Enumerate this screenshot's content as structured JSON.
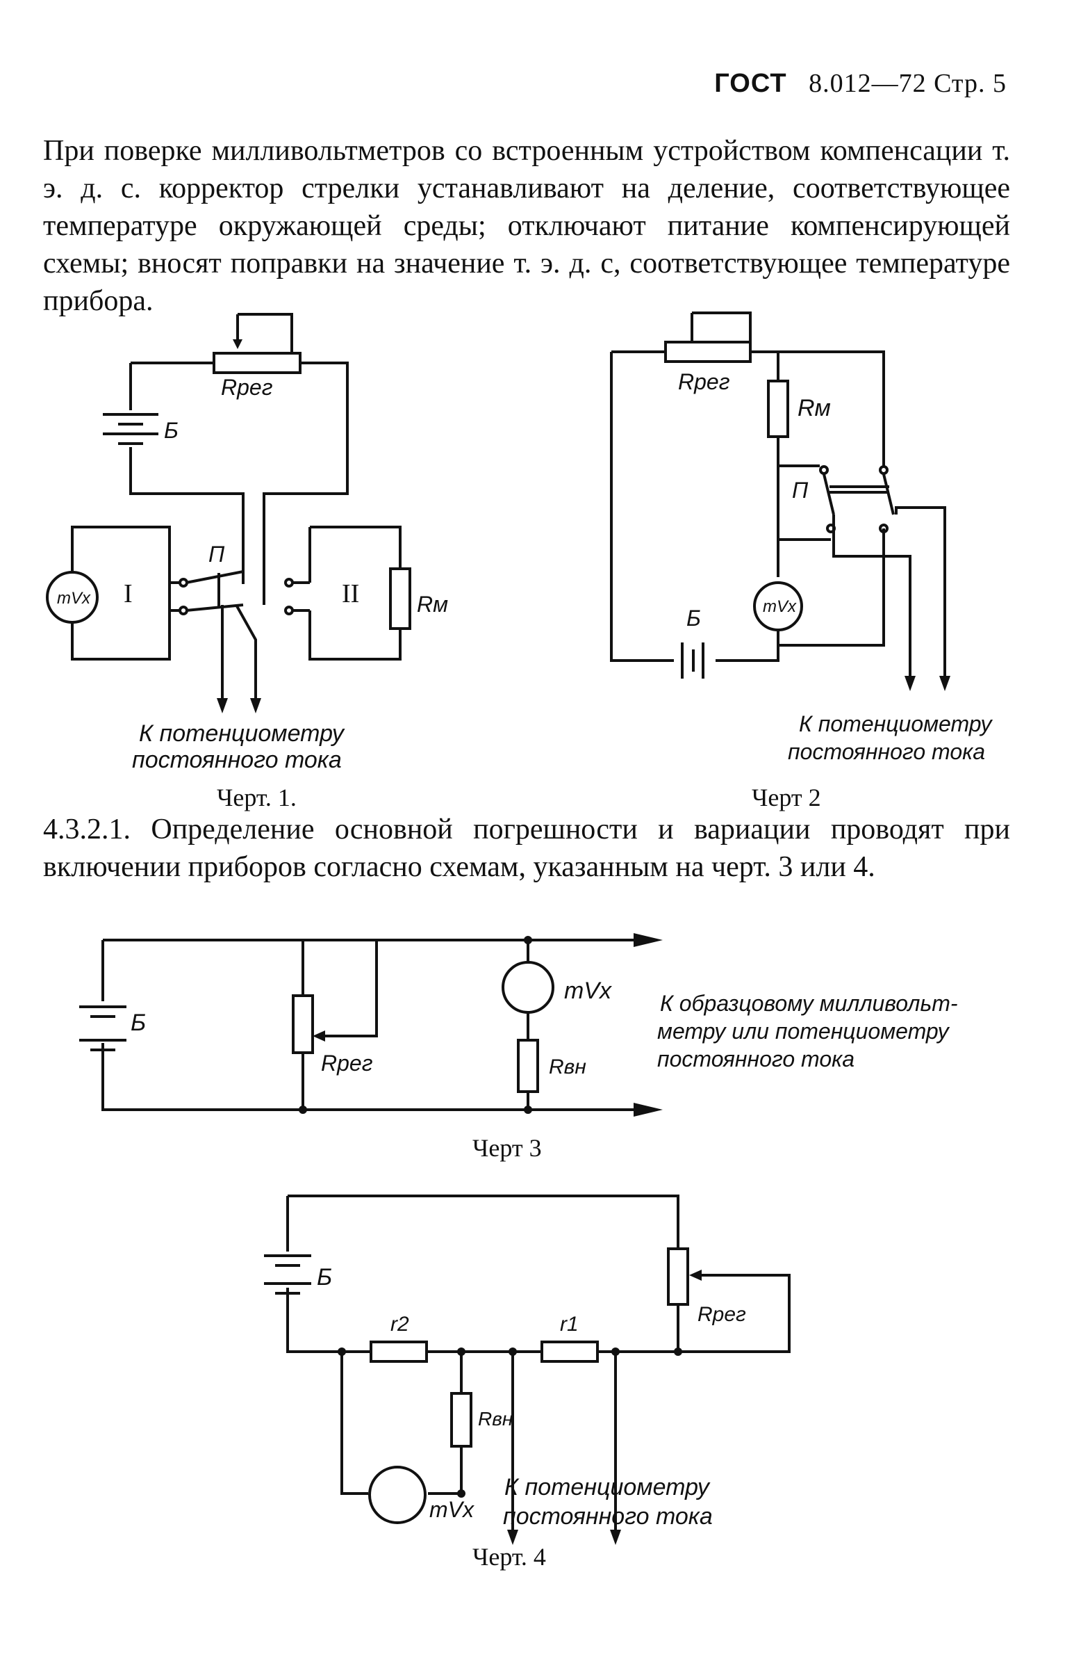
{
  "header": {
    "left": "ГОСТ",
    "right": "8.012—72 Стр. 5"
  },
  "para1": "При поверке милливольтметров со встроенным устройством компенсации т. э. д. с. корректор стрелки устанавливают на деление, соответствующее температуре окружающей среды; отключают питание компенсирующей схемы; вносят поправки на значение т. э. д. с, соответствующее температуре прибора.",
  "para2": "4.3.2.1. Определение основной погрешности и вариации проводят при включении приборов согласно схемам, указанным на черт. 3 или 4.",
  "fig1": {
    "caption": "Черт. 1.",
    "labels": {
      "rreg": "Rрег",
      "b": "Б",
      "p": "П",
      "i": "I",
      "ii": "II",
      "rm": "Rм",
      "mv": "mVx"
    },
    "note_line1": "К потенциометру",
    "note_line2": "постоянного тока"
  },
  "fig2": {
    "caption": "Черт 2",
    "labels": {
      "rreg": "Rрег",
      "rm": "Rм",
      "p": "П",
      "b": "Б",
      "mv": "mVx"
    },
    "note_line1": "К потенциометру",
    "note_line2": "постоянного тока"
  },
  "fig3": {
    "caption": "Черт 3",
    "labels": {
      "b": "Б",
      "rreg": "Rрег",
      "mv": "mVx",
      "rvn": "Rвн"
    },
    "note_line1": "К образцовому милливольт-",
    "note_line2": "метру или потенциометру",
    "note_line3": "постоянного тока"
  },
  "fig4": {
    "caption": "Черт. 4",
    "labels": {
      "b": "Б",
      "r2": "r2",
      "r1": "r1",
      "rreg": "Rрег",
      "rvn": "Rвн",
      "mv": "mVx"
    },
    "note_line1": "К потенциометру",
    "note_line2": "постоянного тока"
  }
}
